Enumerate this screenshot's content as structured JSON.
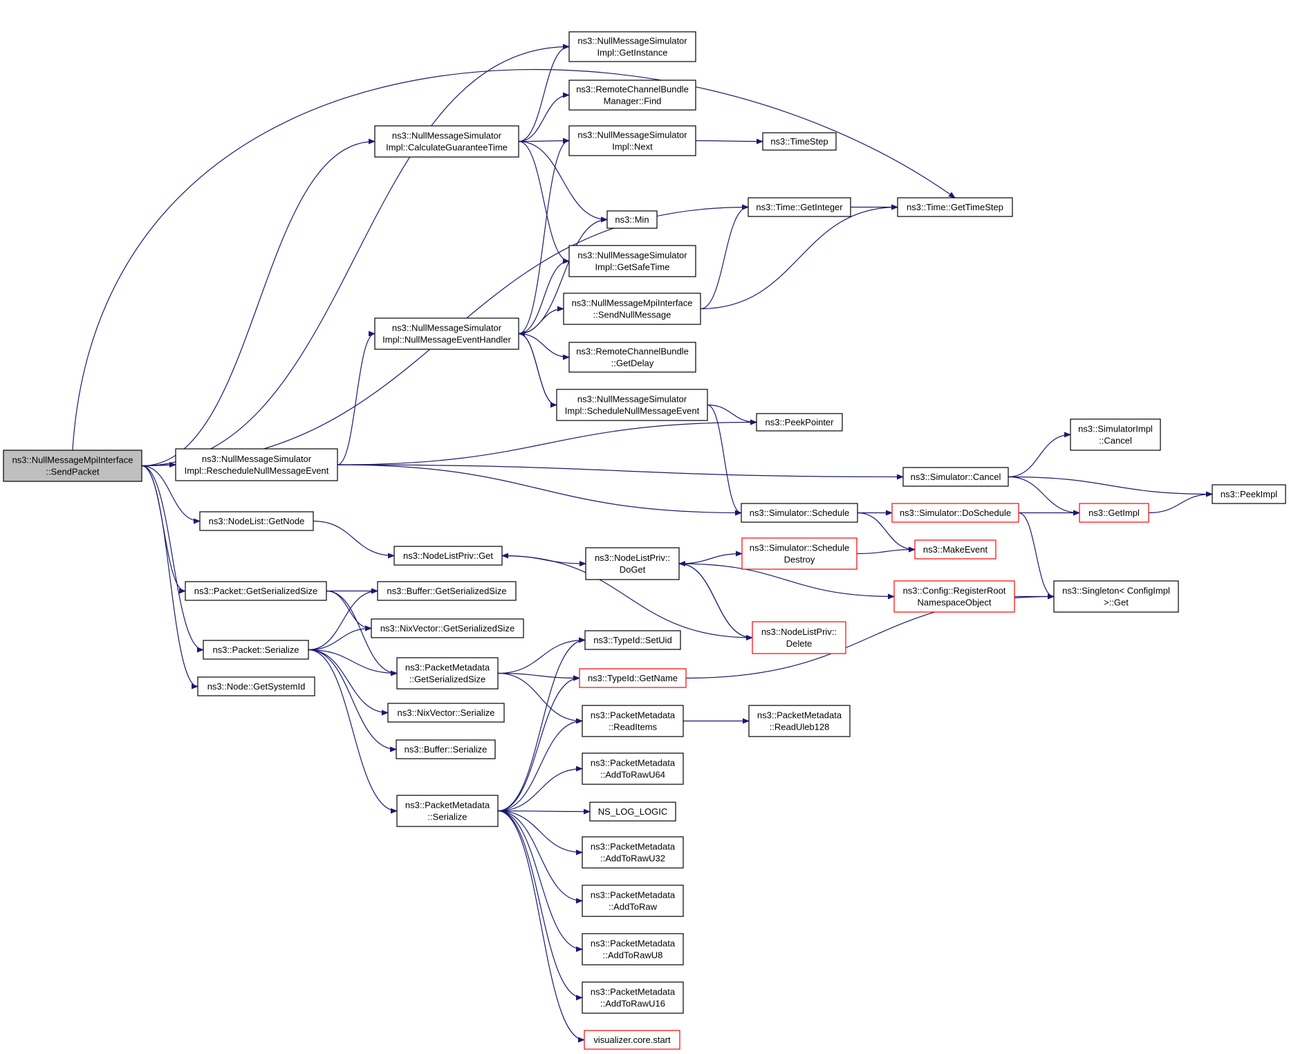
{
  "diagram": {
    "title": "Call graph",
    "colors": {
      "edge": "#191970",
      "box_border": "#000000",
      "box_border_incomplete": "#ff0000",
      "root_fill": "#bfbfbf"
    },
    "nodes": [
      {
        "id": "root",
        "lines": [
          "ns3::NullMessageMpiInterface",
          "::SendPacket"
        ],
        "style": "root"
      },
      {
        "id": "getinstance",
        "lines": [
          "ns3::NullMessageSimulator",
          "Impl::GetInstance"
        ]
      },
      {
        "id": "rcbm_find",
        "lines": [
          "ns3::RemoteChannelBundle",
          "Manager::Find"
        ]
      },
      {
        "id": "calcguar",
        "lines": [
          "ns3::NullMessageSimulator",
          "Impl::CalculateGuaranteeTime"
        ]
      },
      {
        "id": "next",
        "lines": [
          "ns3::NullMessageSimulator",
          "Impl::Next"
        ]
      },
      {
        "id": "timestep",
        "lines": [
          "ns3::TimeStep"
        ]
      },
      {
        "id": "getinteger",
        "lines": [
          "ns3::Time::GetInteger"
        ]
      },
      {
        "id": "gettimestep",
        "lines": [
          "ns3::Time::GetTimeStep"
        ]
      },
      {
        "id": "min",
        "lines": [
          "ns3::Min"
        ]
      },
      {
        "id": "getsafetime",
        "lines": [
          "ns3::NullMessageSimulator",
          "Impl::GetSafeTime"
        ]
      },
      {
        "id": "sendnull",
        "lines": [
          "ns3::NullMessageMpiInterface",
          "::SendNullMessage"
        ]
      },
      {
        "id": "nmeh",
        "lines": [
          "ns3::NullMessageSimulator",
          "Impl::NullMessageEventHandler"
        ]
      },
      {
        "id": "getdelay",
        "lines": [
          "ns3::RemoteChannelBundle",
          "::GetDelay"
        ]
      },
      {
        "id": "schednull",
        "lines": [
          "ns3::NullMessageSimulator",
          "Impl::ScheduleNullMessageEvent"
        ]
      },
      {
        "id": "peekpointer",
        "lines": [
          "ns3::PeekPointer"
        ]
      },
      {
        "id": "simimplcancel",
        "lines": [
          "ns3::SimulatorImpl",
          "::Cancel"
        ]
      },
      {
        "id": "resched",
        "lines": [
          "ns3::NullMessageSimulator",
          "Impl::RescheduleNullMessageEvent"
        ]
      },
      {
        "id": "simcancel",
        "lines": [
          "ns3::Simulator::Cancel"
        ]
      },
      {
        "id": "peekimpl",
        "lines": [
          "ns3::PeekImpl"
        ]
      },
      {
        "id": "nodelistgetnode",
        "lines": [
          "ns3::NodeList::GetNode"
        ]
      },
      {
        "id": "simschedule",
        "lines": [
          "ns3::Simulator::Schedule"
        ]
      },
      {
        "id": "doschedule",
        "lines": [
          "ns3::Simulator::DoSchedule"
        ],
        "style": "red"
      },
      {
        "id": "getimpl",
        "lines": [
          "ns3::GetImpl"
        ],
        "style": "red"
      },
      {
        "id": "nlpget",
        "lines": [
          "ns3::NodeListPriv::Get"
        ]
      },
      {
        "id": "nlpdoget",
        "lines": [
          "ns3::NodeListPriv::",
          "DoGet"
        ]
      },
      {
        "id": "schedDestroy",
        "lines": [
          "ns3::Simulator::Schedule",
          "Destroy"
        ],
        "style": "red"
      },
      {
        "id": "makeevent",
        "lines": [
          "ns3::MakeEvent"
        ],
        "style": "red"
      },
      {
        "id": "pktgetsersize",
        "lines": [
          "ns3::Packet::GetSerializedSize"
        ]
      },
      {
        "id": "bufgetsersize",
        "lines": [
          "ns3::Buffer::GetSerializedSize"
        ]
      },
      {
        "id": "regroot",
        "lines": [
          "ns3::Config::RegisterRoot",
          "NamespaceObject"
        ],
        "style": "red"
      },
      {
        "id": "singleton",
        "lines": [
          "ns3::Singleton< ConfigImpl",
          " >::Get"
        ]
      },
      {
        "id": "nixgetsersize",
        "lines": [
          "ns3::NixVector::GetSerializedSize"
        ]
      },
      {
        "id": "pktserialize",
        "lines": [
          "ns3::Packet::Serialize"
        ]
      },
      {
        "id": "nlpdelete",
        "lines": [
          "ns3::NodeListPriv::",
          "Delete"
        ],
        "style": "red"
      },
      {
        "id": "typeidsetuid",
        "lines": [
          "ns3::TypeId::SetUid"
        ]
      },
      {
        "id": "pmgetsersize",
        "lines": [
          "ns3::PacketMetadata",
          "::GetSerializedSize"
        ]
      },
      {
        "id": "typeidgetname",
        "lines": [
          "ns3::TypeId::GetName"
        ],
        "style": "red"
      },
      {
        "id": "nodegetsysid",
        "lines": [
          "ns3::Node::GetSystemId"
        ]
      },
      {
        "id": "pmreaditems",
        "lines": [
          "ns3::PacketMetadata",
          "::ReadItems"
        ]
      },
      {
        "id": "pmreaduleb",
        "lines": [
          "ns3::PacketMetadata",
          "::ReadUleb128"
        ]
      },
      {
        "id": "nixserialize",
        "lines": [
          "ns3::NixVector::Serialize"
        ]
      },
      {
        "id": "bufserialize",
        "lines": [
          "ns3::Buffer::Serialize"
        ]
      },
      {
        "id": "pmaddu64",
        "lines": [
          "ns3::PacketMetadata",
          "::AddToRawU64"
        ]
      },
      {
        "id": "pmserialize",
        "lines": [
          "ns3::PacketMetadata",
          "::Serialize"
        ]
      },
      {
        "id": "nsloglogic",
        "lines": [
          "NS_LOG_LOGIC"
        ]
      },
      {
        "id": "pmaddu32",
        "lines": [
          "ns3::PacketMetadata",
          "::AddToRawU32"
        ]
      },
      {
        "id": "pmaddraw",
        "lines": [
          "ns3::PacketMetadata",
          "::AddToRaw"
        ]
      },
      {
        "id": "pmaddu8",
        "lines": [
          "ns3::PacketMetadata",
          "::AddToRawU8"
        ]
      },
      {
        "id": "pmaddu16",
        "lines": [
          "ns3::PacketMetadata",
          "::AddToRawU16"
        ]
      },
      {
        "id": "vizstart",
        "lines": [
          "visualizer.core.start"
        ],
        "style": "red"
      }
    ]
  }
}
